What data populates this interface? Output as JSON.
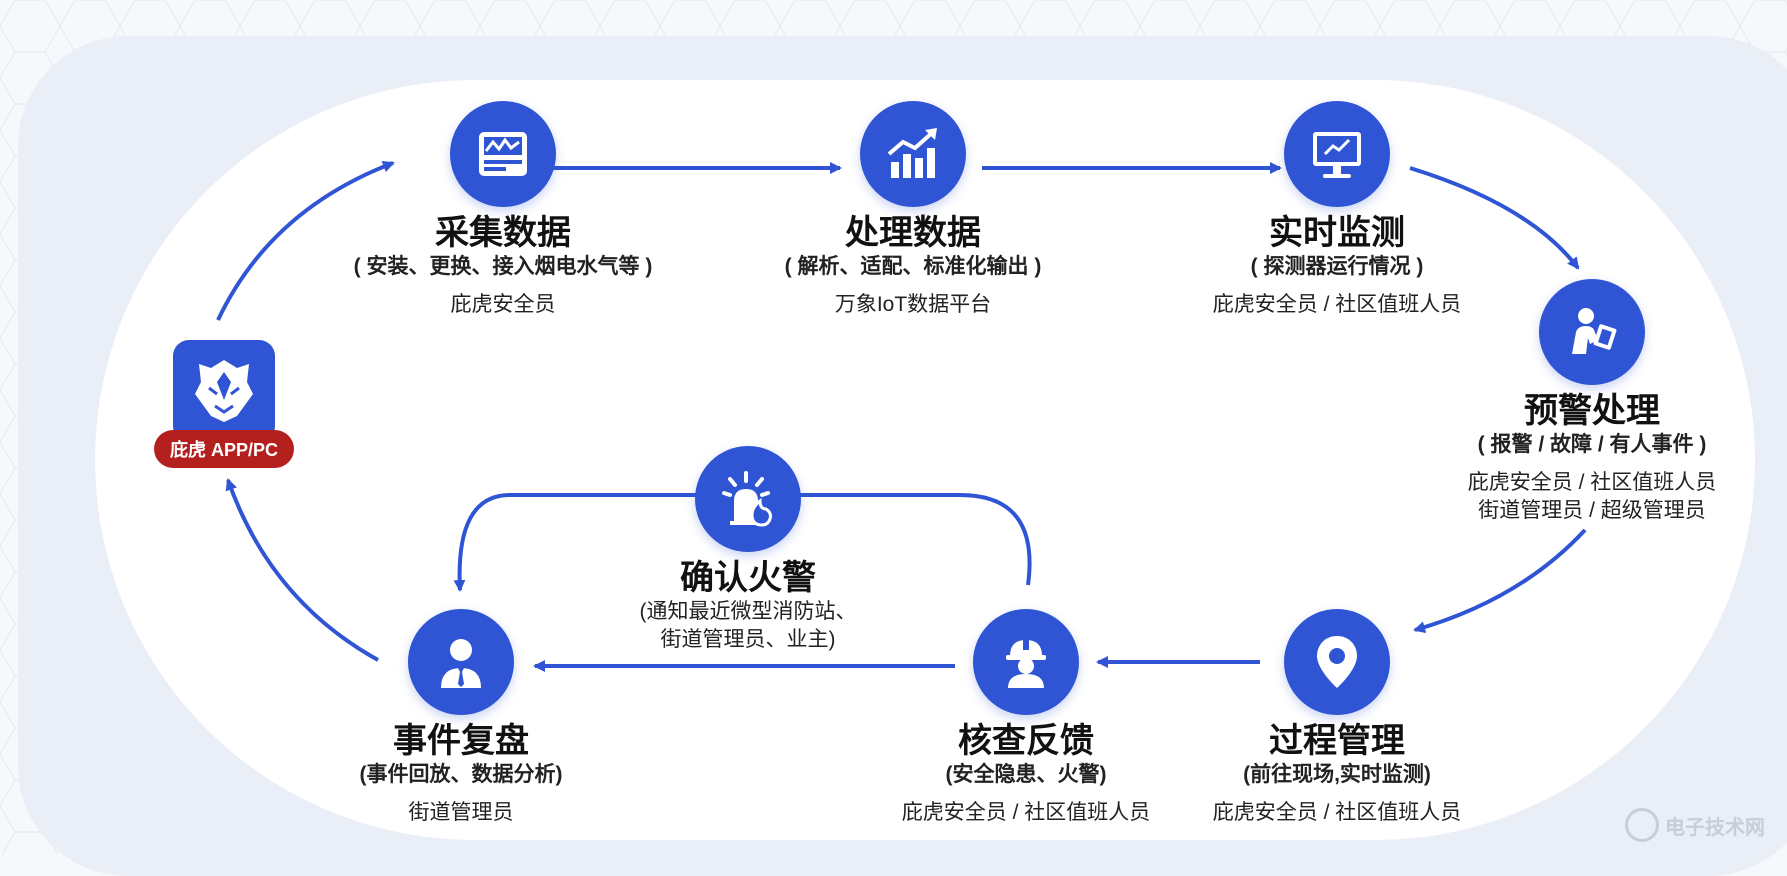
{
  "app": {
    "badge": "庇虎 APP/PC",
    "icon": "tiger-logo-icon"
  },
  "nodes": {
    "collect": {
      "title": "采集数据",
      "sub": "( 安装、更换、接入烟电水气等 )",
      "roles": "庇虎安全员",
      "icon": "monitor-chart-icon"
    },
    "process": {
      "title": "处理数据",
      "sub": "( 解析、适配、标准化输出 )",
      "roles": "万象IoT数据平台",
      "icon": "growth-chart-icon"
    },
    "monitor": {
      "title": "实时监测",
      "sub": "( 探测器运行情况 )",
      "roles": "庇虎安全员 / 社区值班人员",
      "icon": "screen-chart-icon"
    },
    "warning": {
      "title": "预警处理",
      "sub": "( 报警 / 故障 / 有人事件 )",
      "roles_1": "庇虎安全员 / 社区值班人员",
      "roles_2": "街道管理员 / 超级管理员",
      "icon": "person-tablet-icon"
    },
    "process_mgmt": {
      "title": "过程管理",
      "sub": "(前往现场,实时监测)",
      "roles": "庇虎安全员 / 社区值班人员",
      "icon": "location-pin-icon"
    },
    "inspect": {
      "title": "核查反馈",
      "sub": "(安全隐患、火警)",
      "roles": "庇虎安全员 / 社区值班人员",
      "icon": "worker-helmet-icon"
    },
    "review": {
      "title": "事件复盘",
      "sub": "(事件回放、数据分析)",
      "roles": "街道管理员",
      "icon": "businessman-icon"
    },
    "fire": {
      "title": "确认火警",
      "sub_1": "(通知最近微型消防站、",
      "sub_2": "街道管理员、业主)",
      "icon": "fire-alarm-icon"
    }
  },
  "watermark": "电子技术网",
  "colors": {
    "accent": "#2f55d4",
    "badge": "#b3201e",
    "panel": "#e9eef7"
  }
}
